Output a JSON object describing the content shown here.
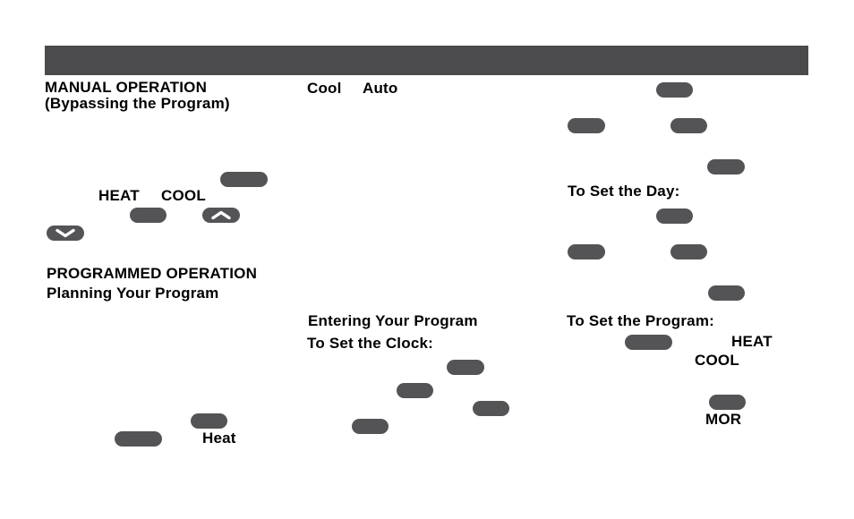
{
  "colors": {
    "header_bar": "#4b4b4d",
    "pill": "#545457",
    "chevron": "#ffffff",
    "text": "#000000",
    "background": "#ffffff"
  },
  "manual_operation": {
    "title": "MANUAL OPERATION",
    "subtitle": "(Bypassing the Program)",
    "heat_label": "HEAT",
    "cool_label": "COOL"
  },
  "mode_indicators": {
    "cool": "Cool",
    "auto": "Auto"
  },
  "programmed_operation": {
    "title": "PROGRAMMED OPERATION",
    "subtitle": "Planning Your Program",
    "heat_label": "Heat"
  },
  "entering_program": {
    "title": "Entering Your Program",
    "set_clock_label": "To Set the Clock:"
  },
  "set_day": {
    "label": "To Set the Day:"
  },
  "set_program": {
    "label": "To Set the Program:",
    "heat_label": "HEAT",
    "cool_label": "COOL",
    "mor_label": "MOR"
  },
  "icons": {
    "up_button": "chevron-up",
    "down_button": "chevron-down"
  }
}
